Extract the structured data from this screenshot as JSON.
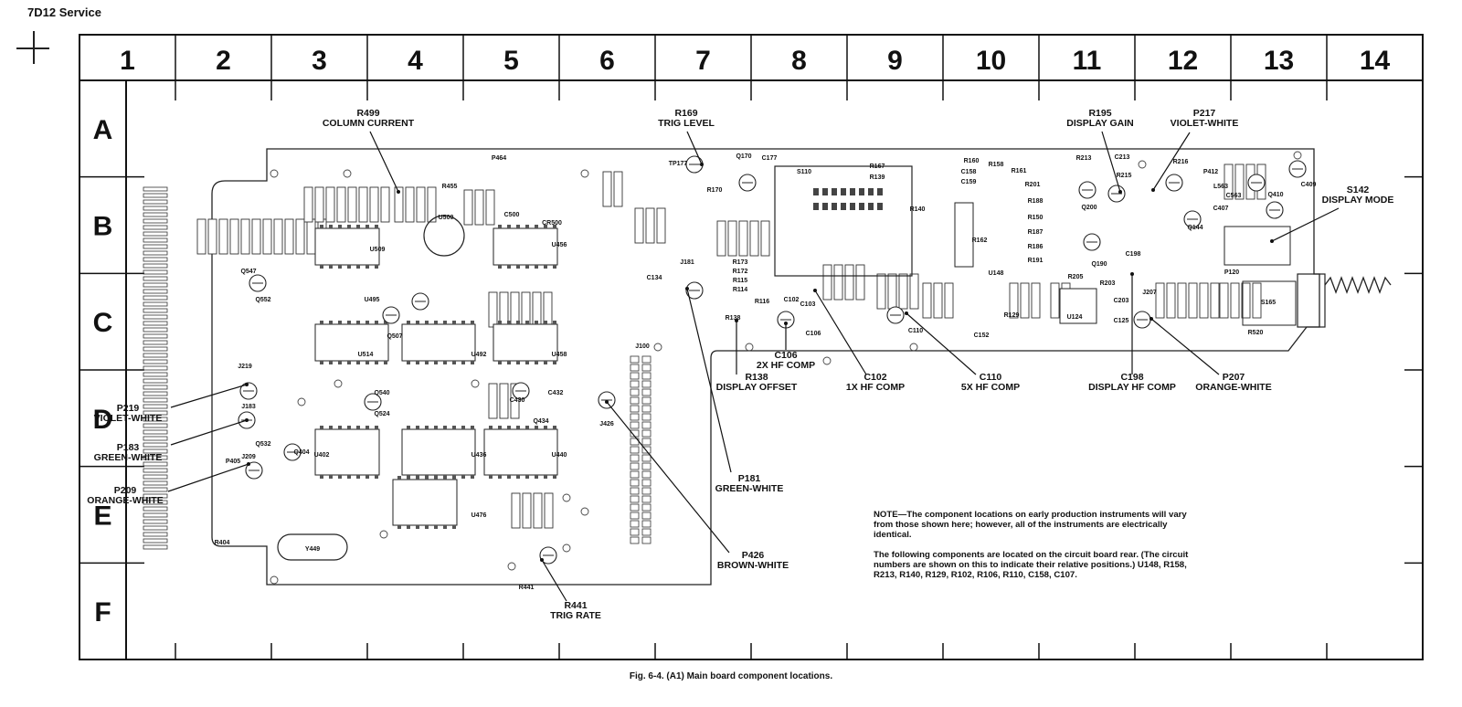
{
  "header": "7D12 Service",
  "grid": {
    "columns": [
      "1",
      "2",
      "3",
      "4",
      "5",
      "6",
      "7",
      "8",
      "9",
      "10",
      "11",
      "12",
      "13",
      "14"
    ],
    "rows": [
      "A",
      "B",
      "C",
      "D",
      "E",
      "F"
    ]
  },
  "callouts": {
    "r499": [
      "R499",
      "COLUMN CURRENT"
    ],
    "r169": [
      "R169",
      "TRIG LEVEL"
    ],
    "r195": [
      "R195",
      "DISPLAY GAIN"
    ],
    "p217": [
      "P217",
      "VIOLET-WHITE"
    ],
    "s142": [
      "S142",
      "DISPLAY MODE"
    ],
    "c106": [
      "C106",
      "2X HF COMP"
    ],
    "r138": [
      "R138",
      "DISPLAY OFFSET"
    ],
    "c102": [
      "C102",
      "1X HF COMP"
    ],
    "c110": [
      "C110",
      "5X HF COMP"
    ],
    "c198": [
      "C198",
      "DISPLAY HF COMP"
    ],
    "p207": [
      "P207",
      "ORANGE-WHITE"
    ],
    "p219": [
      "P219",
      "VIOLET-WHITE"
    ],
    "p183": [
      "P183",
      "GREEN-WHITE"
    ],
    "p209": [
      "P209",
      "ORANGE-WHITE"
    ],
    "p181": [
      "P181",
      "GREEN-WHITE"
    ],
    "p426": [
      "P426",
      "BROWN-WHITE"
    ],
    "r441": [
      "R441",
      "TRIG RATE"
    ]
  },
  "board_labels": {
    "J100": "J100",
    "U500": "U500",
    "S110": "S110",
    "U148": "U148",
    "U124": "U124",
    "S165": "S165",
    "Y449": "Y449",
    "P464": "P464",
    "J426": "J426",
    "J181": "J181",
    "J219": "J219",
    "J183": "J183",
    "J209": "J209",
    "P120": "P120",
    "J207": "J207",
    "Q547": "Q547",
    "Q552": "Q552",
    "Q507": "Q507",
    "Q540": "Q540",
    "Q524": "Q524",
    "Q434": "Q434",
    "Q404": "Q404",
    "Q532": "Q532",
    "Q170": "Q170",
    "Q200": "Q200",
    "Q190": "Q190",
    "Q144": "Q144",
    "Q410": "Q410",
    "C134": "C134",
    "C500": "C500",
    "CR500": "CR500",
    "R455": "R455",
    "R170": "R170",
    "R140": "R140",
    "R201": "R201",
    "R188": "R188",
    "R150": "R150",
    "R187": "R187",
    "R186": "R186",
    "R191": "R191",
    "R205": "R205",
    "R162": "R162",
    "R161": "R161",
    "R216": "R216",
    "R213": "R213",
    "C213": "C213",
    "R215": "R215",
    "P412": "P412",
    "L563": "L563",
    "C563": "C563",
    "C407": "C407",
    "C409": "C409",
    "R520": "R520",
    "C125": "C125",
    "C203": "C203",
    "R203": "R203",
    "C152": "C152",
    "R129": "R129",
    "C110": "C110",
    "C106": "C106",
    "R138": "R138",
    "C102": "C102",
    "C103": "C103",
    "R116": "R116",
    "TP177": "TP177",
    "C177": "C177",
    "R167": "R167",
    "R139": "R139",
    "C158": "C158",
    "C159": "C159",
    "R160": "R160",
    "R158": "R158",
    "R404": "R404",
    "P405": "P405",
    "R441": "R441",
    "C430": "C430",
    "C432": "C432",
    "U514": "U514",
    "U492": "U492",
    "U458": "U458",
    "U402": "U402",
    "U436": "U436",
    "U440": "U440",
    "U509": "U509",
    "U495": "U495",
    "U456": "U456",
    "U476": "U476",
    "C198": "C198",
    "R173": "R173",
    "R172": "R172",
    "R115": "R115",
    "R114": "R114"
  },
  "note": {
    "line1": "NOTE—The component locations on early production instruments will vary from those shown here; however, all of the instruments are electrically identical.",
    "line2": "The following components are located on the circuit board rear. (The circuit numbers are shown on this to indicate their relative positions.)  U148, R158, R213, R140, R129, R102, R106, R110, C158, C107."
  },
  "caption": "Fig. 6-4.  (A1) Main board component locations."
}
